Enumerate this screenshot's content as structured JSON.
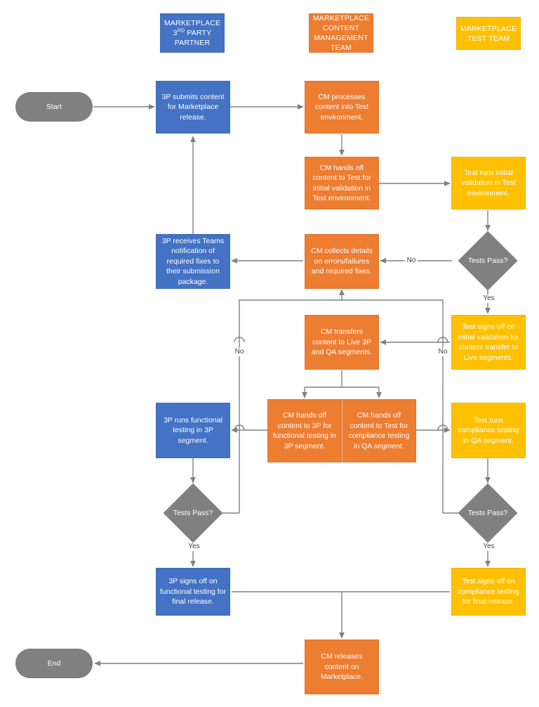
{
  "diagram": {
    "title": "Marketplace content release process flowchart",
    "colors": {
      "blue": "#4472C4",
      "orange": "#ED7D31",
      "yellow": "#FFC000",
      "grey": "#808080",
      "line": "#808080",
      "background": "#FFFFFF",
      "text_on_fill": "#FFFFFF",
      "edge_label_text": "#404040"
    },
    "swimlane_headers": [
      {
        "id": "lane-3p",
        "line1": "MARKETPLACE",
        "line2_pre": "3",
        "line2_sup": "RD",
        "line2_post": " PARTY",
        "line3": "PARTNER",
        "color": "blue"
      },
      {
        "id": "lane-cm",
        "line1": "MARKETPLACE",
        "line2": "CONTENT",
        "line3": "MANAGEMENT",
        "line4": "TEAM",
        "color": "orange"
      },
      {
        "id": "lane-test",
        "line1": "MARKETPLACE",
        "line2": "TEST TEAM",
        "color": "yellow"
      }
    ],
    "nodes": [
      {
        "id": "start",
        "label": "Start",
        "shape": "terminator",
        "color": "grey"
      },
      {
        "id": "3p-submits",
        "label": "3P submits content for Marketplace release.",
        "shape": "process",
        "color": "blue"
      },
      {
        "id": "cm-processes",
        "label": "CM processes content into Test environment.",
        "shape": "process",
        "color": "orange"
      },
      {
        "id": "cm-hands-off-initial",
        "label": "CM hands off content to Test for initial validation in Test environment.",
        "shape": "process",
        "color": "orange"
      },
      {
        "id": "test-initial",
        "label": "Test runs initial validation in Test environment.",
        "shape": "process",
        "color": "yellow"
      },
      {
        "id": "tests-pass-1",
        "label": "Tests Pass?",
        "shape": "decision",
        "color": "grey"
      },
      {
        "id": "3p-receives-teams",
        "label": "3P receives Teams notification of required fixes to their submission package.",
        "shape": "process",
        "color": "blue"
      },
      {
        "id": "cm-collects",
        "label": "CM collects details on errors/failures and required fixes.",
        "shape": "process",
        "color": "orange"
      },
      {
        "id": "test-signs-initial",
        "label": "Test signs off on initial validation for content transfer to Live segments.",
        "shape": "process",
        "color": "yellow"
      },
      {
        "id": "cm-transfers",
        "label": "CM transfers content to Live 3P and QA segments.",
        "shape": "process",
        "color": "orange"
      },
      {
        "id": "cm-hands-3p",
        "label": "CM hands off content to 3P for functional testing in 3P segment.",
        "shape": "process",
        "color": "orange"
      },
      {
        "id": "cm-hands-test",
        "label": "CM hands off content to Test for compliance testing in QA segment.",
        "shape": "process",
        "color": "orange"
      },
      {
        "id": "3p-functional",
        "label": "3P runs functional testing in 3P segment.",
        "shape": "process",
        "color": "blue"
      },
      {
        "id": "test-compliance",
        "label": "Test runs compliance testing in QA segment.",
        "shape": "process",
        "color": "yellow"
      },
      {
        "id": "tests-pass-2",
        "label": "Tests Pass?",
        "shape": "decision",
        "color": "grey"
      },
      {
        "id": "tests-pass-3",
        "label": "Tests Pass?",
        "shape": "decision",
        "color": "grey"
      },
      {
        "id": "3p-signs-off",
        "label": "3P signs off on functional testing for final release.",
        "shape": "process",
        "color": "blue"
      },
      {
        "id": "test-signs-off",
        "label": "Test signs off on compliance testing for final release.",
        "shape": "process",
        "color": "yellow"
      },
      {
        "id": "cm-releases",
        "label": "CM releases content on Marketplace.",
        "shape": "process",
        "color": "orange"
      },
      {
        "id": "end",
        "label": "End",
        "shape": "terminator",
        "color": "grey"
      }
    ],
    "edge_labels": [
      {
        "id": "label-no-1",
        "text": "No"
      },
      {
        "id": "label-yes-1",
        "text": "Yes"
      },
      {
        "id": "label-no-2",
        "text": "No"
      },
      {
        "id": "label-no-3",
        "text": "No"
      },
      {
        "id": "label-yes-2",
        "text": "Yes"
      },
      {
        "id": "label-yes-3",
        "text": "Yes"
      }
    ]
  }
}
